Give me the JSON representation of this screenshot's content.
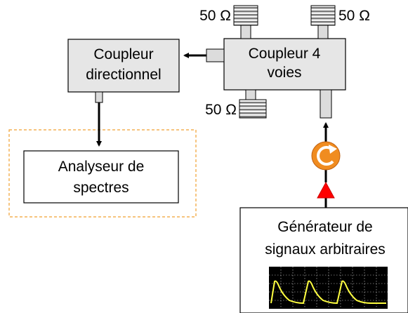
{
  "coupleur_directionnel": {
    "line1": "Coupleur",
    "line2": "directionnel"
  },
  "coupleur_4_voies": {
    "line1": "Coupleur 4",
    "line2": "voies"
  },
  "analyseur": {
    "line1": "Analyseur de",
    "line2": "spectres"
  },
  "generateur": {
    "line1": "Générateur de",
    "line2": "signaux arbitraires"
  },
  "terminations": {
    "top_left": "50 Ω",
    "top_right": "50 Ω",
    "bottom": "50 Ω"
  },
  "colors": {
    "box_fill": "#e6e6e6",
    "connector_fill": "#dcdcdc",
    "dashed_border": "#f0a030",
    "circulator": "#f08c20",
    "amplifier": "#ff0000",
    "scope_background": "#000000",
    "scope_trace": "#ffff40",
    "scope_grid": "#ffffff"
  },
  "icons": {
    "circulator": "circulator-icon",
    "amplifier": "amplifier-triangle-icon",
    "termination": "50-ohm-load-icon",
    "scope": "oscilloscope-screen-icon"
  }
}
